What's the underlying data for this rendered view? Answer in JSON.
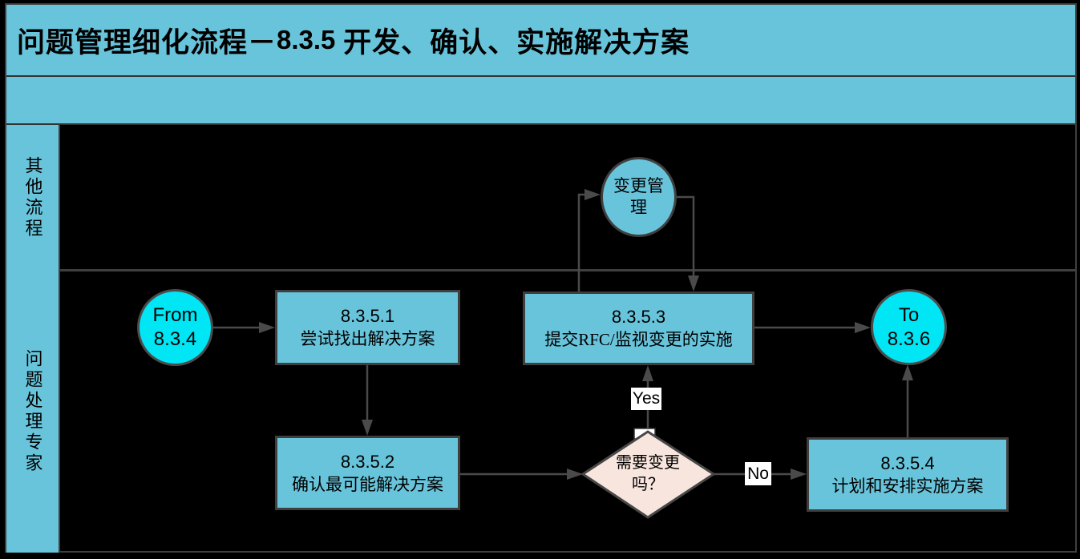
{
  "title": {
    "prefix": "问题管理细化流程－",
    "number": "8.3.5",
    "suffix": " 开发、确认、实施解决方案"
  },
  "lanes": [
    {
      "label": "其他流程"
    },
    {
      "label": "问题处理专家"
    }
  ],
  "nodes": {
    "change_management": {
      "label": "变更管理"
    },
    "from": {
      "line1": "From",
      "line2": "8.3.4"
    },
    "to": {
      "line1": "To",
      "line2": "8.3.6"
    },
    "step1": {
      "code": "8.3.5.1",
      "label": "尝试找出解决方案"
    },
    "step2": {
      "code": "8.3.5.2",
      "label": "确认最可能解决方案"
    },
    "step3": {
      "code": "8.3.5.3",
      "label": "提交RFC/监视变更的实施"
    },
    "step4": {
      "code": "8.3.5.4",
      "label": "计划和安排实施方案"
    },
    "decision": {
      "label": "需要变更吗？"
    }
  },
  "edge_labels": {
    "yes": "Yes",
    "no": "No"
  },
  "colors": {
    "lane_fill": "#68C4DB",
    "terminator_fill": "#00E6F5",
    "decision_fill": "#F8E6DE",
    "background": "#000000",
    "border": "#3F3F3F",
    "connector": "#4A4A4A"
  }
}
